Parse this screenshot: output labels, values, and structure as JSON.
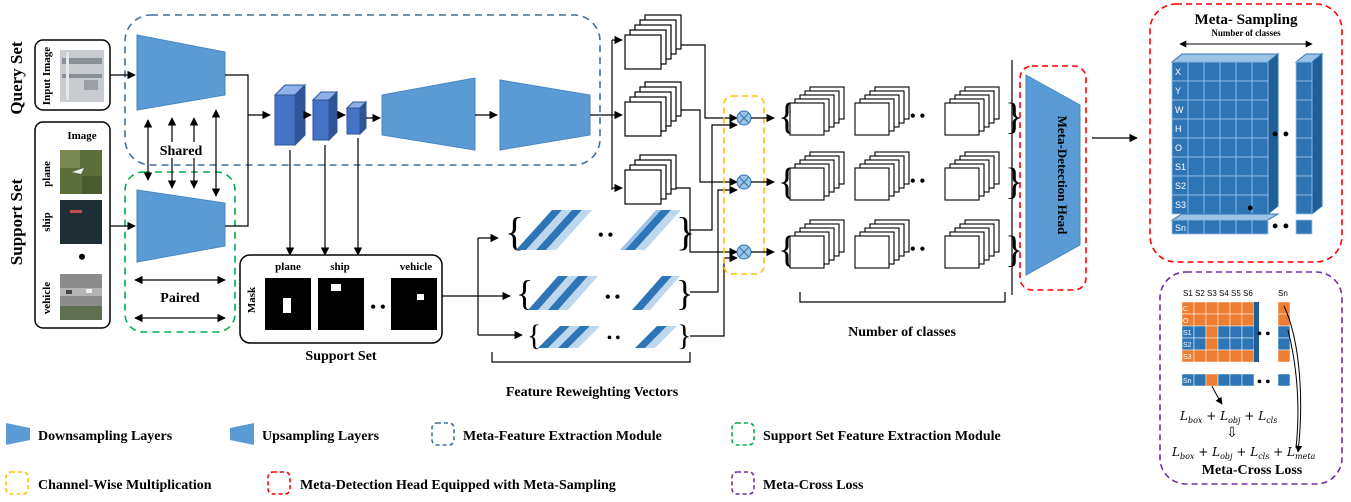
{
  "query_set_label": "Query Set",
  "support_set_label": "Support Set",
  "input_image_label": "Input Image",
  "image_label": "Image",
  "support_classes": [
    "plane",
    "ship",
    "vehicle"
  ],
  "shared_label": "Shared",
  "paired_label": "Paired",
  "mask_label": "Mask",
  "mask_classes": [
    "plane",
    "ship",
    "vehicle"
  ],
  "support_set_caption": "Support Set",
  "feature_reweighting_caption": "Feature Reweighting Vectors",
  "number_of_classes_caption": "Number of classes",
  "meta_detection_head_label": "Meta-Detection Head",
  "meta_sampling": {
    "title": "Meta- Sampling",
    "subtitle": "Number of classes",
    "rows": [
      "X",
      "Y",
      "W",
      "H",
      "O",
      "S1",
      "S2",
      "S3"
    ],
    "bottom_row": "Sn"
  },
  "meta_cross_loss": {
    "columns": [
      "S1",
      "S2",
      "S3",
      "S4",
      "S5",
      "S6",
      "Sn"
    ],
    "rows": [
      "C",
      "O",
      "S1",
      "S2",
      "S3"
    ],
    "bottom_row": "Sn",
    "loss1_terms": [
      "L",
      "box",
      "+ L",
      "obj",
      "+ L",
      "cls"
    ],
    "loss2_terms": [
      "L",
      "box",
      "+ L",
      "obj",
      "+ L",
      "cls",
      "+ L",
      "meta"
    ],
    "caption": "Meta-Cross Loss"
  },
  "legend": {
    "downsampling": "Downsampling Layers",
    "upsampling": "Upsampling Layers",
    "meta_feature": "Meta-Feature Extraction Module",
    "support_feature": "Support Set Feature Extraction Module",
    "channel_wise": "Channel-Wise Multiplication",
    "meta_detection_head": "Meta-Detection Head Equipped with Meta-Sampling",
    "meta_cross_loss": "Meta-Cross Loss"
  },
  "colors": {
    "layer_blue": "#5b9bd5",
    "cube_blue": "#2e75b6",
    "dash_blue": "#41719c",
    "dash_green": "#00b050",
    "dash_yellow": "#ffc000",
    "dash_red": "#ff0000",
    "dash_purple": "#7030a0",
    "orange": "#ed7d31"
  }
}
